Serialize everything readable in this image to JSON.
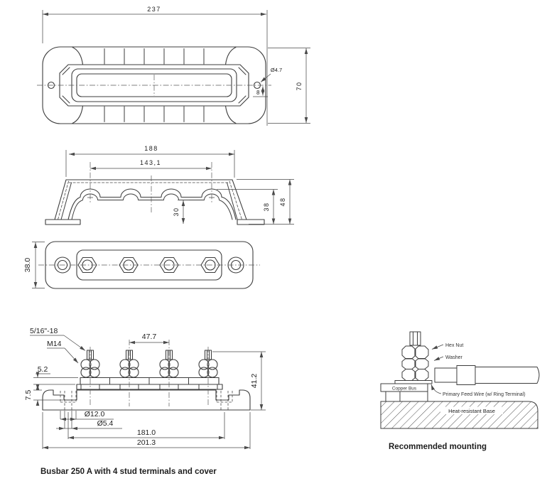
{
  "page": {
    "caption": "Busbar 250 A with 4 stud terminals and cover",
    "line_color": "#3d3d3d",
    "background": "#ffffff"
  },
  "cover_top_view": {
    "dim_width": "237",
    "dim_height": "70",
    "hole_diameter": "Ø4.7",
    "hole_offset": "8"
  },
  "cover_side_view": {
    "dim_outer_width": "188",
    "dim_stud_span": "143,1",
    "dim_inner_height": "30",
    "dim_mid_height": "38",
    "dim_total_height": "48"
  },
  "base_top_view": {
    "dim_depth": "38.0"
  },
  "busbar_front_view": {
    "label_stud_thread": "5/16\"-18",
    "label_nut_thread": "M14",
    "dim_stud_pitch": "47.7",
    "dim_bus_thickness": "5.2",
    "dim_step": "7.5",
    "dim_counterbore": "Ø12.0",
    "dim_hole": "Ø5.4",
    "dim_hole_span": "181.0",
    "dim_total_length": "201.3",
    "dim_total_height": "41.2"
  },
  "mounting_detail": {
    "caption": "Recommended mounting",
    "labels": {
      "hex_nut": "Hex Nut",
      "washer": "Washer",
      "copper_bus": "Copper Bus",
      "feed_wire": "Primary Feed Wire (w/ Ring Terminal)",
      "base": "Heat-resistant Base"
    }
  }
}
